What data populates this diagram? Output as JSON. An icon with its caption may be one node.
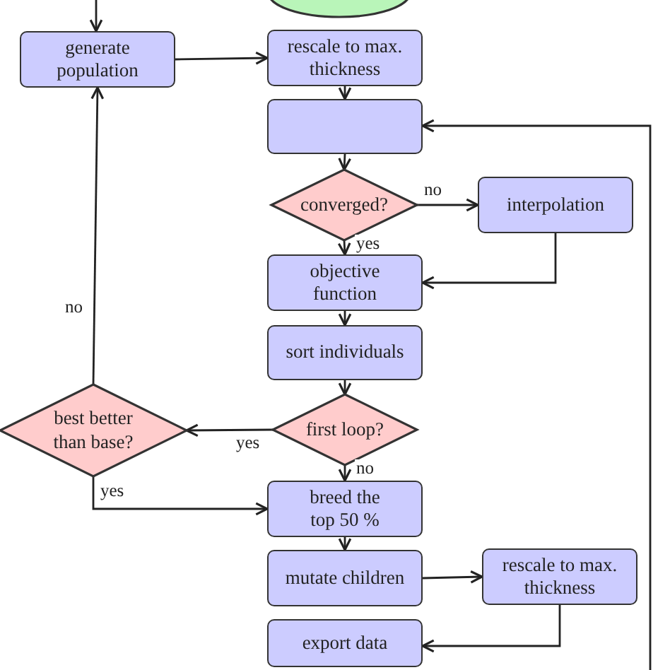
{
  "diagram": {
    "nodes": [
      {
        "text": [],
        "shape": "ellipse"
      },
      {
        "text": [
          "generate population"
        ]
      },
      {
        "text": [
          "rescale to max. thickness"
        ]
      },
      {
        "text": [],
        "shape": "box"
      },
      {
        "text": [
          "converged?"
        ]
      },
      {
        "text": [
          "interpolation"
        ]
      },
      {
        "text": [
          "objective function"
        ]
      },
      {
        "text": [
          "sort individuals"
        ]
      },
      {
        "text": [
          "best better than base?"
        ]
      },
      {
        "text": [
          "first loop?"
        ]
      },
      {
        "text": [
          "breed the top 50 %"
        ]
      },
      {
        "text": [
          "mutate children"
        ]
      },
      {
        "text": [
          "rescale to max. thickness"
        ]
      },
      {
        "text": [
          "export data"
        ]
      }
    ],
    "edges": [
      {
        "from": null,
        "to": 1,
        "arrow": "to"
      },
      {
        "from": 1,
        "to": 2,
        "arrow": "to"
      },
      {
        "from": 2,
        "to": 3,
        "arrow": "to"
      },
      {
        "from": 3,
        "to": 4,
        "arrow": "to"
      },
      {
        "from": 4,
        "to": 5,
        "arrow": "to",
        "label": "no"
      },
      {
        "from": 4,
        "to": 6,
        "arrow": "to",
        "label": "yes"
      },
      {
        "from": 5,
        "to": 6,
        "arrow": "to"
      },
      {
        "from": 6,
        "to": 7,
        "arrow": "to"
      },
      {
        "from": 7,
        "to": 9,
        "arrow": "to"
      },
      {
        "from": 9,
        "to": 8,
        "arrow": "to",
        "label": "yes"
      },
      {
        "from": 9,
        "to": 10,
        "arrow": "to",
        "label": "no"
      },
      {
        "from": 8,
        "to": 1,
        "arrow": "to",
        "label": "no"
      },
      {
        "from": 8,
        "to": 10,
        "arrow": "to",
        "label": "yes"
      },
      {
        "from": 10,
        "to": 11,
        "arrow": "to"
      },
      {
        "from": 11,
        "to": 12,
        "arrow": "to"
      },
      {
        "from": 12,
        "to": 13,
        "arrow": "to"
      },
      {
        "from": null,
        "to": 3,
        "arrow": "to"
      }
    ]
  }
}
